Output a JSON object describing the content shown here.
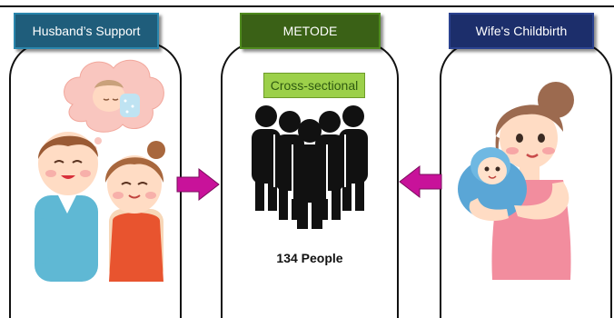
{
  "left_box": {
    "title": "Husband’s Support"
  },
  "middle_box": {
    "title": "METODE",
    "method": "Cross-sectional",
    "sample": "134 People"
  },
  "right_box": {
    "title": "Wife's Childbirth"
  },
  "colors": {
    "left_title_bg": "#1f5d7b",
    "middle_title_bg": "#3a6116",
    "right_title_bg": "#1c2e6b",
    "method_badge_bg": "#9cd04a",
    "arrow": "#c8129a"
  },
  "icons": [
    "couple-illustration",
    "baby-thought-bubble",
    "crowd-silhouette-icon",
    "mother-holding-baby-illustration",
    "arrow-right-icon",
    "arrow-left-icon"
  ]
}
